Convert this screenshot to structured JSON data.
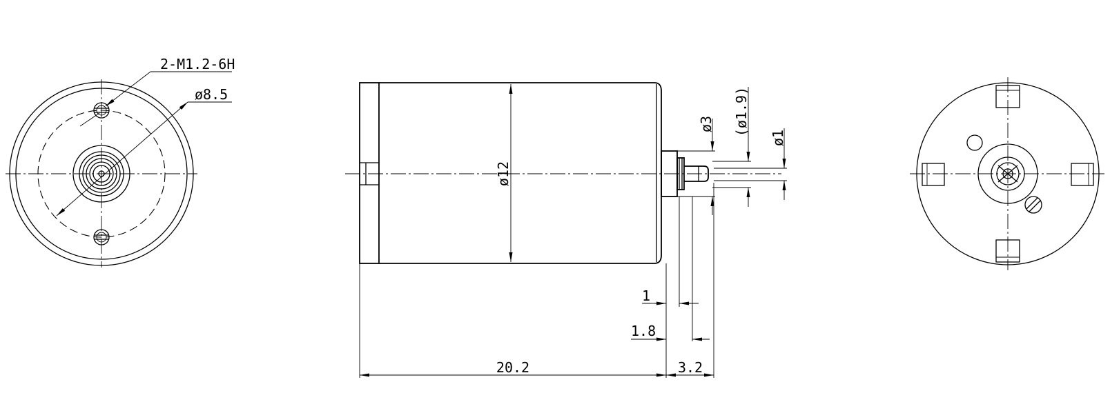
{
  "dimensions": {
    "thread_callout": "2-M1.2-6H",
    "bolt_circle": "ø8.5",
    "body_diameter": "ø12",
    "boss_diameter": "ø3",
    "shaft_ref_diameter": "(ø1.9)",
    "shaft_diameter": "ø1",
    "body_length": "20.2",
    "shaft_length": "3.2",
    "boss_offset_1": "1",
    "boss_offset_2": "1.8"
  },
  "colors": {
    "line": "#000000",
    "background": "#ffffff"
  }
}
